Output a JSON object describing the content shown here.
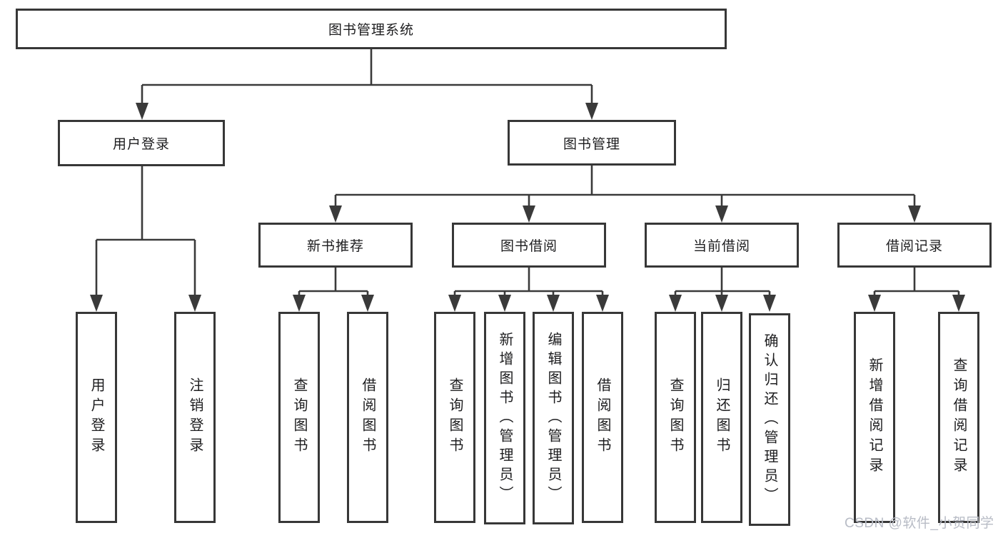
{
  "diagram": {
    "type": "hierarchy-tree",
    "orientation": "top-down",
    "colors": {
      "background": "#ffffff",
      "line": "#3a3a3a",
      "box_border": "#373737",
      "box_fill": "#ffffff",
      "text": "#1d1d1f",
      "watermark": "#b8bcc6"
    }
  },
  "tree": {
    "label": "图书管理系统",
    "children": [
      {
        "label": "用户登录",
        "children": [
          {
            "label": "用户登录"
          },
          {
            "label": "注销登录"
          }
        ]
      },
      {
        "label": "图书管理",
        "children": [
          {
            "label": "新书推荐",
            "children": [
              {
                "label": "查询图书"
              },
              {
                "label": "借阅图书"
              }
            ]
          },
          {
            "label": "图书借阅",
            "children": [
              {
                "label": "查询图书"
              },
              {
                "label": "新增图书（管理员）"
              },
              {
                "label": "编辑图书（管理员）"
              },
              {
                "label": "借阅图书"
              }
            ]
          },
          {
            "label": "当前借阅",
            "children": [
              {
                "label": "查询图书"
              },
              {
                "label": "归还图书"
              },
              {
                "label": "确认归还（管理员）"
              }
            ]
          },
          {
            "label": "借阅记录",
            "children": [
              {
                "label": "新增借阅记录"
              },
              {
                "label": "查询借阅记录"
              }
            ]
          }
        ]
      }
    ]
  },
  "watermark": {
    "text": "CSDN @软件_小贺同学"
  }
}
